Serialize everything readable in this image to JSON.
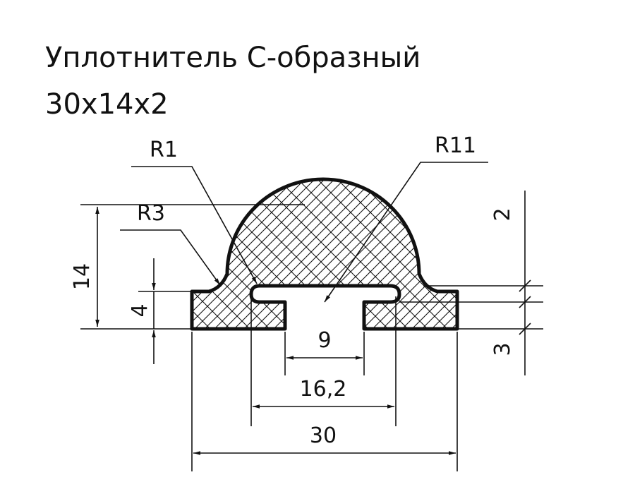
{
  "title": {
    "line1": "Уплотнитель С-образный",
    "line2": "30x14x2"
  },
  "labels": {
    "radius_1": "R1",
    "radius_3": "R3",
    "radius_11": "R11",
    "height_14": "14",
    "height_4": "4",
    "thickness_2": "2",
    "thickness_3": "3",
    "width_9": "9",
    "width_16_2": "16,2",
    "width_30": "30"
  },
  "colors": {
    "ink": "#111111",
    "background": "#ffffff"
  }
}
